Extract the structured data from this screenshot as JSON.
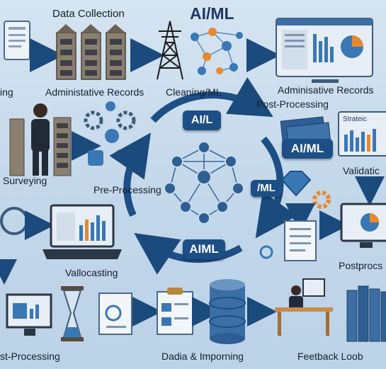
{
  "title": "AI/ML",
  "stages": {
    "data_collection": "Data Collection",
    "left_top_partial": "ing",
    "admin_records_1": "Administative Records",
    "cleaning": "Cleaning/ML",
    "admin_records_2": "Adminisative Records",
    "post_processing_top": "Post-Processing",
    "surveying": "Surveying",
    "pre_processing": "Pre-Processing",
    "validation": "Validatic",
    "vallocasting": "Vallocasting",
    "postprocs": "Postprocs",
    "post_processing_bottom": "st-Processing",
    "data_importing": "Dadia & Imporning",
    "feedback_loop": "Feetback Loob"
  },
  "badges": {
    "cycle_top": "AI/L",
    "cycle_right": "/ML",
    "cycle_bottom": "AIML",
    "right_badge": "AI/ML"
  },
  "screen_text": {
    "dashboard_title": "Strateic"
  },
  "colors": {
    "navy": "#1d4f86",
    "arrow": "#1b4a7c",
    "orange": "#e8892f",
    "background": "#c9dced"
  },
  "icons": [
    "server-rack-icon",
    "transmission-tower-icon",
    "network-graph-icon",
    "dashboard-monitor-icon",
    "person-icon",
    "gear-icon",
    "diamond-icon",
    "document-icon",
    "hourglass-icon",
    "database-icon",
    "worker-desk-icon",
    "binder-icon"
  ]
}
